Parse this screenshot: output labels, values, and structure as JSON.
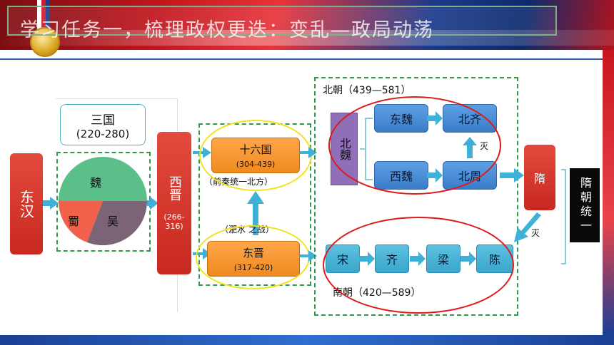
{
  "title": "学习任务一，梳理政权更迭：变乱—政局动荡",
  "three_kingdoms": {
    "name": "三国",
    "years": "(220-280)",
    "wei": "魏",
    "shu": "蜀",
    "wu": "吴"
  },
  "east_han": "东汉",
  "west_jin": {
    "name": "西晋",
    "years": "(266-316)"
  },
  "sixteen": {
    "name": "十六国",
    "years": "(304-439)",
    "note": "（前秦统一北方）"
  },
  "east_jin": {
    "name": "东晋",
    "years": "(317-420)",
    "note": "（淝水    之战）"
  },
  "north": {
    "label": "北朝（439—581）",
    "bei_wei": "北魏",
    "dong_wei": "东魏",
    "xi_wei": "西魏",
    "bei_qi": "北齐",
    "bei_zhou": "北周",
    "mie": "灭"
  },
  "south": {
    "label": "南朝（420—589）",
    "song": "宋",
    "qi": "齐",
    "liang": "梁",
    "chen": "陈",
    "mie": "灭"
  },
  "sui": "隋",
  "sui_unify": "隋朝统一",
  "colors": {
    "accent_green": "#2e9a4a",
    "ellipse_red": "#e01818",
    "ellipse_yellow": "#f2e222"
  }
}
